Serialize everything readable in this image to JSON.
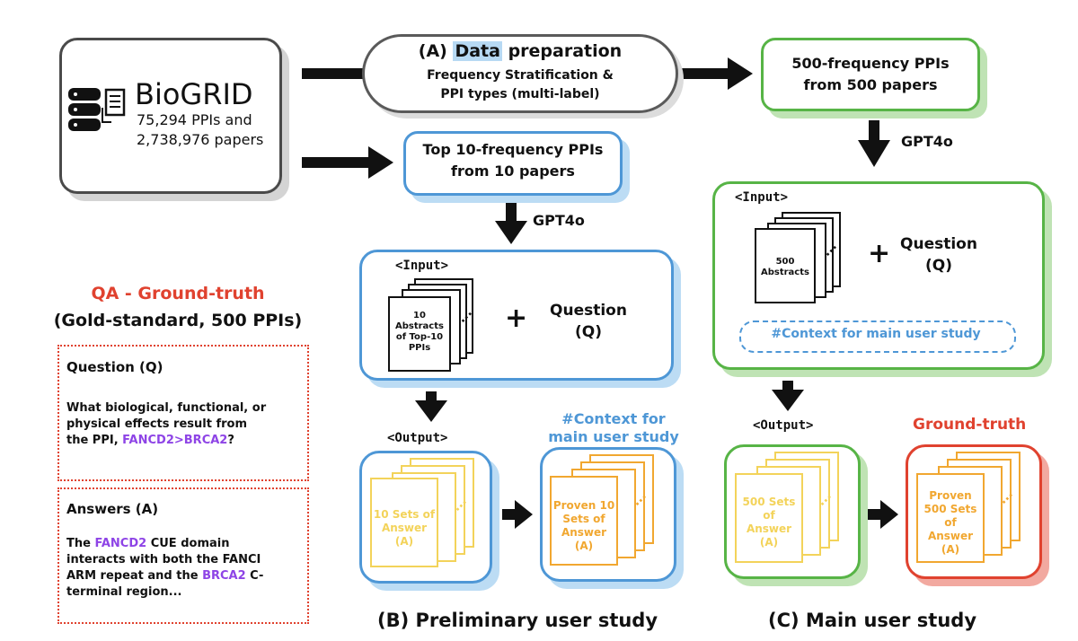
{
  "biogrid": {
    "title": "BioGRID",
    "stat1": "75,294 PPIs and",
    "stat2": "2,738,976 papers",
    "icon": "database-document-icon"
  },
  "prep": {
    "label_prefix": "(A) ",
    "label_highlight": "Data",
    "label_suffix": " preparation",
    "line1": "Frequency Stratification &",
    "line2": "PPI types (multi-label)"
  },
  "freq500": {
    "line1": "500-frequency PPIs",
    "line2": "from 500 papers"
  },
  "top10": {
    "line1": "Top 10-frequency PPIs",
    "line2": "from 10 papers"
  },
  "gpt_left": "GPT4o",
  "gpt_right": "GPT4o",
  "b_input": {
    "label": "<Input>",
    "paper_l1": "10",
    "paper_l2": "Abstracts",
    "paper_l3": "of Top-10",
    "paper_l4": "PPIs",
    "plus": "+",
    "q1": "Question",
    "q2": "(Q)"
  },
  "c_input": {
    "label": "<Input>",
    "paper_l1": "500",
    "paper_l2": "Abstracts",
    "plus": "+",
    "q1": "Question",
    "q2": "(Q)",
    "context": "#Context for main user study"
  },
  "b_output": {
    "label": "<Output>",
    "sets_l1": "10 Sets of",
    "sets_l2": "Answer",
    "sets_l3": "(A)",
    "context_l1": "#Context for",
    "context_l2": "main user study",
    "proven_l1": "Proven 10",
    "proven_l2": "Sets of",
    "proven_l3": "Answer",
    "proven_l4": "(A)",
    "footer": "(B) Preliminary user study"
  },
  "c_output": {
    "label": "<Output>",
    "sets_l1": "500 Sets",
    "sets_l2": "of",
    "sets_l3": "Answer",
    "sets_l4": "(A)",
    "gt_label": "Ground-truth",
    "proven_l1": "Proven",
    "proven_l2": "500 Sets",
    "proven_l3": "of",
    "proven_l4": "Answer",
    "proven_l5": "(A)",
    "footer": "(C) Main user study"
  },
  "qa": {
    "title": "QA - Ground-truth",
    "subtitle": "(Gold-standard, 500 PPIs)",
    "question_header": "Question (Q)",
    "question_l1": "What biological, functional, or",
    "question_l2": "physical effects result from",
    "question_l3_prefix": "the PPI, ",
    "question_l3_highlight": "FANCD2>BRCA2",
    "question_l3_suffix": "?",
    "answer_header": "Answers (A)",
    "answer_l1_prefix": "The ",
    "answer_l1_highlight": "FANCD2",
    "answer_l1_suffix": " CUE domain",
    "answer_l2": "interacts with both the FANCI",
    "answer_l3_prefix": "ARM repeat and the ",
    "answer_l3_highlight": "BRCA2",
    "answer_l3_suffix": " C-",
    "answer_l4": "terminal region..."
  },
  "colors": {
    "blue": "#4e97d6",
    "green": "#57b446",
    "red": "#e0422f",
    "yellow": "#f3d35a",
    "orange": "#f1a730",
    "purple": "#8e44e6"
  }
}
